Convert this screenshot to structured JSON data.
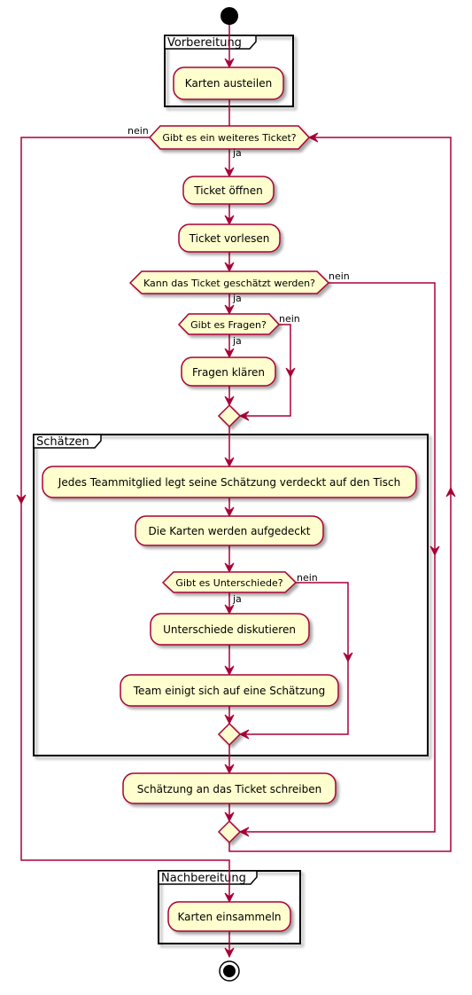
{
  "partitions": {
    "prep": "Vorbereitung",
    "estimate": "Schätzen",
    "post": "Nachbereitung"
  },
  "activities": {
    "deal_cards": "Karten austeilen",
    "open_ticket": "Ticket öffnen",
    "read_ticket": "Ticket vorlesen",
    "clarify_questions": "Fragen klären",
    "place_estimate": "Jedes Teammitglied legt seine Schätzung verdeckt auf den Tisch",
    "reveal_cards": "Die Karten werden aufgedeckt",
    "discuss_differences": "Unterschiede diskutieren",
    "agree_estimate": "Team einigt sich auf eine Schätzung",
    "write_estimate": "Schätzung an das Ticket schreiben",
    "collect_cards": "Karten einsammeln"
  },
  "decisions": {
    "more_tickets": "Gibt es ein weiteres Ticket?",
    "can_estimate": "Kann das Ticket geschätzt werden?",
    "questions": "Gibt es Fragen?",
    "differences": "Gibt es Unterschiede?"
  },
  "branch_labels": {
    "yes": "ja",
    "no": "nein"
  },
  "colors": {
    "activity_fill": "#fefece",
    "border": "#a80036",
    "partition_border": "#000000"
  }
}
